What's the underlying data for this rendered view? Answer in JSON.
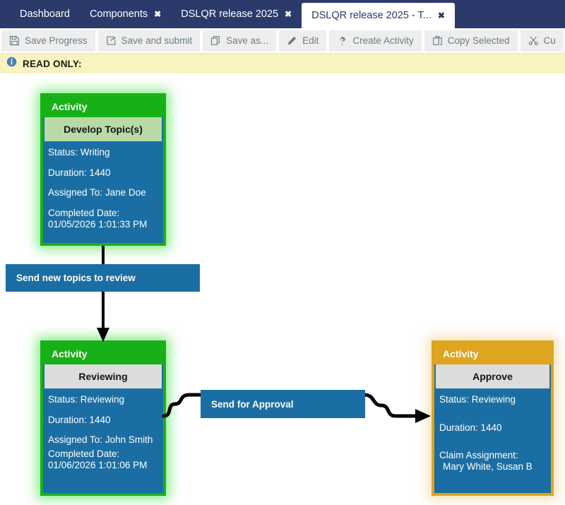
{
  "tabs": [
    {
      "label": "Dashboard",
      "closable": false,
      "active": false
    },
    {
      "label": "Components",
      "closable": true,
      "active": false,
      "close_glyph": "✖"
    },
    {
      "label": "DSLQR release 2025",
      "closable": true,
      "active": false,
      "close_glyph": "✖"
    },
    {
      "label": "DSLQR release 2025 - T...",
      "closable": true,
      "active": true,
      "close_glyph": "✖"
    }
  ],
  "toolbar": {
    "buttons": [
      {
        "label": "Save Progress",
        "icon": "floppy-disk-icon"
      },
      {
        "label": "Save and submit",
        "icon": "share-export-icon"
      },
      {
        "label": "Save as...",
        "icon": "copy-pages-icon"
      },
      {
        "label": "Edit",
        "icon": "pencil-icon"
      },
      {
        "label": "Create Activity",
        "icon": "gear-icon"
      },
      {
        "label": "Copy Selected",
        "icon": "copy-stack-icon"
      },
      {
        "label": "Cu",
        "icon": "scissors-icon"
      }
    ]
  },
  "banner": {
    "icon": "info-circle-icon",
    "text": "READ ONLY:",
    "background_color": "#f8f3c0"
  },
  "colors": {
    "tabbar": "#2b3a6b",
    "node_green": "#18b018",
    "node_amber": "#dda520",
    "node_body_blue": "#1b6ea3",
    "title_gray": "#dcdcdc",
    "title_green": "#b9d9a6"
  },
  "diagram": {
    "nodes": [
      {
        "id": "develop-topics",
        "header": "Activity",
        "title": "Develop Topic(s)",
        "title_style": "greenish",
        "accent": "green",
        "glow": true,
        "fields": [
          {
            "label": "Status:",
            "value": "Writing"
          },
          {
            "label": "Duration:",
            "value": "1440"
          },
          {
            "label": "Assigned To:",
            "value": "Jane Doe"
          },
          {
            "label": "Completed Date:",
            "value": "01/05/2026 1:01:33 PM",
            "wrap": true
          }
        ]
      },
      {
        "id": "reviewing",
        "header": "Activity",
        "title": "Reviewing",
        "title_style": "gray",
        "accent": "green",
        "glow": true,
        "fields": [
          {
            "label": "Status:",
            "value": "Reviewing"
          },
          {
            "label": "Duration:",
            "value": "1440"
          },
          {
            "label": "Assigned To:",
            "value": "John Smith"
          },
          {
            "label": "Completed Date:",
            "value": "01/06/2026 1:01:06 PM",
            "wrap": true
          }
        ]
      },
      {
        "id": "approve",
        "header": "Activity",
        "title": "Approve",
        "title_style": "gray",
        "accent": "amber",
        "glow": true,
        "fields": [
          {
            "label": "Status:",
            "value": "Reviewing"
          },
          {
            "label": "Duration:",
            "value": "1440"
          },
          {
            "label": "Claim Assignment:",
            "value": "Mary White, Susan B",
            "wrap": true
          }
        ]
      }
    ],
    "transitions": [
      {
        "id": "send-new-topics",
        "label": "Send new topics to review",
        "from": "develop-topics",
        "to": "reviewing",
        "shape": "straight-arrow-down"
      },
      {
        "id": "send-for-approval",
        "label": "Send for Approval",
        "from": "reviewing",
        "to": "approve",
        "shape": "wavy-arrow-right"
      }
    ]
  }
}
